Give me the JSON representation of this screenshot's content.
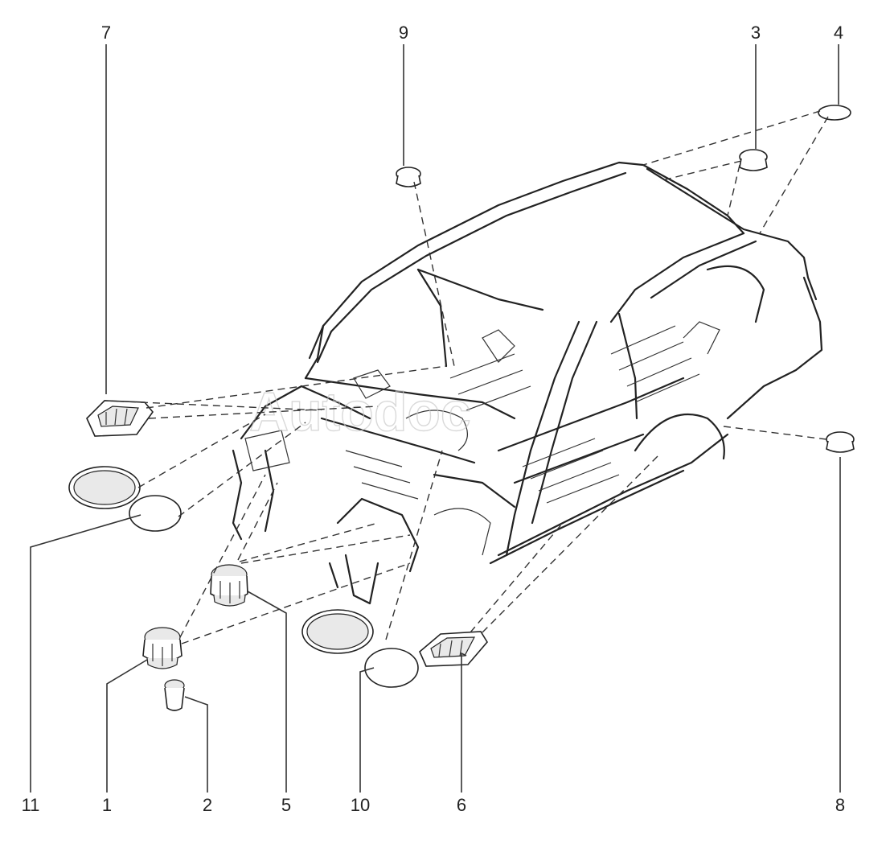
{
  "watermark": "Autodoc",
  "callouts": {
    "c1": "1",
    "c2": "2",
    "c3": "3",
    "c4": "4",
    "c5": "5",
    "c6": "6",
    "c7": "7",
    "c8": "8",
    "c9": "9",
    "c10": "10",
    "c11": "11"
  }
}
